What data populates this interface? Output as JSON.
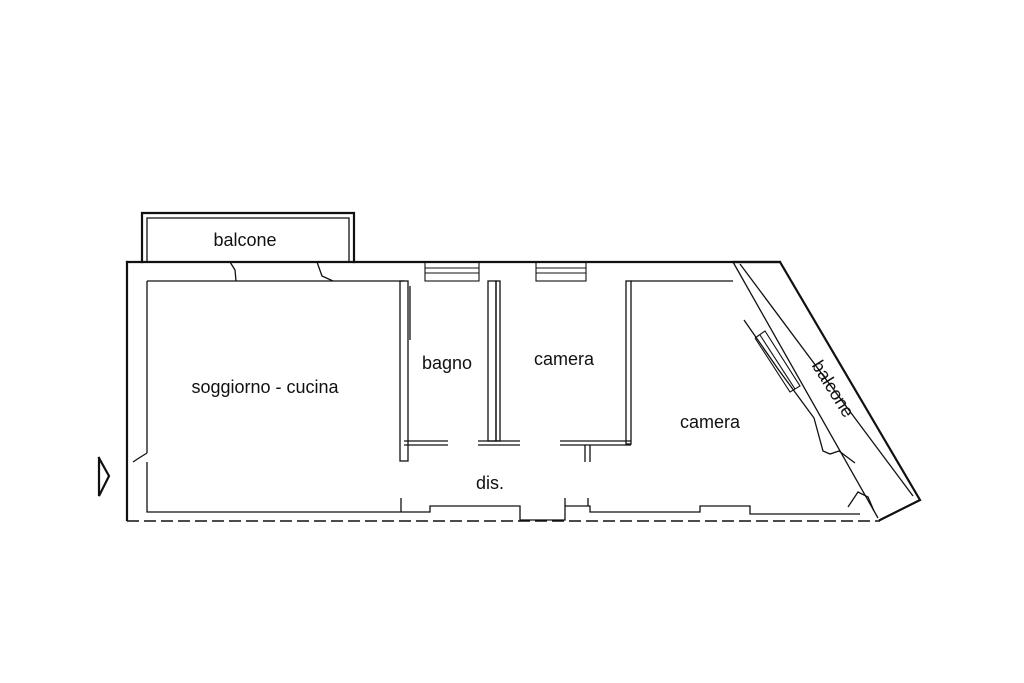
{
  "rooms": {
    "balcony_top": "balcone",
    "living_kitchen": "soggiorno - cucina",
    "bathroom": "bagno",
    "bedroom_small": "camera",
    "bedroom_large": "camera",
    "hallway": "dis.",
    "balcony_side": "balcone"
  }
}
